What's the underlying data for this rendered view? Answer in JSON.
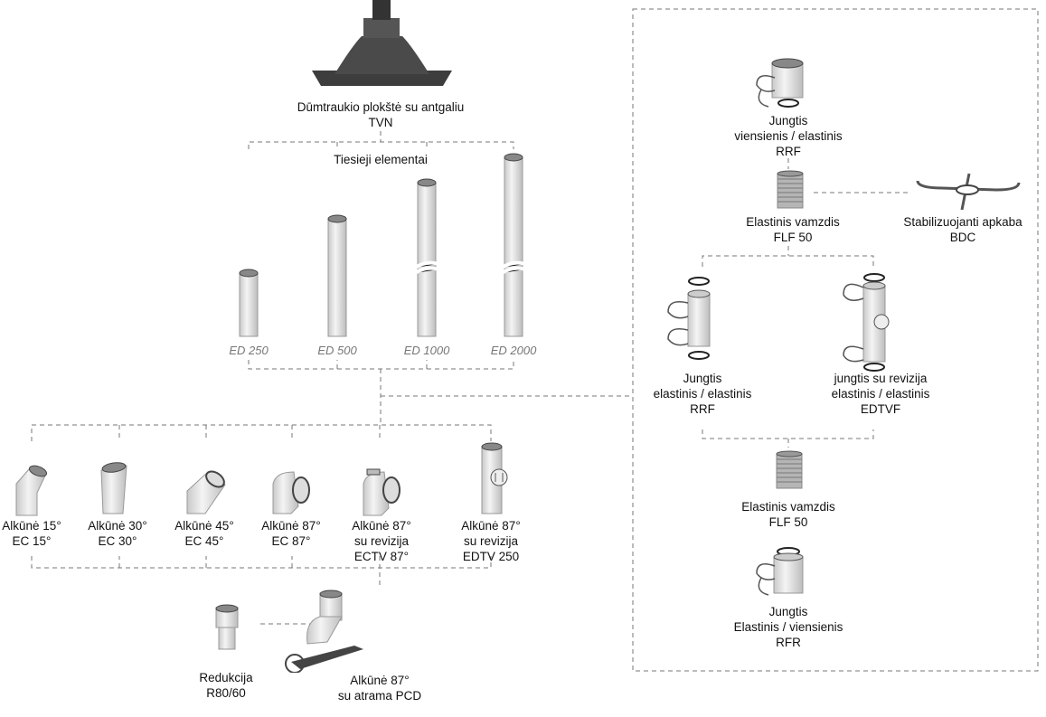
{
  "top": {
    "title": "Dūmtraukio plokštė su antgaliu",
    "code": "TVN"
  },
  "straight": {
    "title": "Tiesieji elementai",
    "items": [
      {
        "code": "ED 250"
      },
      {
        "code": "ED 500"
      },
      {
        "code": "ED 1000"
      },
      {
        "code": "ED 2000"
      }
    ]
  },
  "elbows": [
    {
      "l1": "Alkūnė 15°",
      "l2": "EC 15°"
    },
    {
      "l1": "Alkūnė 30°",
      "l2": "EC 30°"
    },
    {
      "l1": "Alkūnė 45°",
      "l2": "EC 45°"
    },
    {
      "l1": "Alkūnė 87°",
      "l2": "EC 87°"
    },
    {
      "l1": "Alkūnė 87°",
      "l2": "su revizija",
      "l3": "ECTV 87°"
    },
    {
      "l1": "Alkūnė 87°",
      "l2": "su revizija",
      "l3": "EDTV 250"
    }
  ],
  "reduction": {
    "l1": "Redukcija",
    "l2": "R80/60"
  },
  "pcd": {
    "l1": "Alkūnė 87°",
    "l2": "su atrama PCD"
  },
  "flex": {
    "rrf_top": {
      "l1": "Jungtis",
      "l2": "viensienis / elastinis",
      "l3": "RRF"
    },
    "flf_top": {
      "l1": "Elastinis vamzdis",
      "l2": "FLF 50"
    },
    "bdc": {
      "l1": "Stabilizuojanti apkaba",
      "l2": "BDC"
    },
    "rrf_mid": {
      "l1": "Jungtis",
      "l2": "elastinis / elastinis",
      "l3": "RRF"
    },
    "edtvf": {
      "l1": "jungtis su revizija",
      "l2": "elastinis / elastinis",
      "l3": "EDTVF"
    },
    "flf_bottom": {
      "l1": "Elastinis vamzdis",
      "l2": "FLF 50"
    },
    "rfr": {
      "l1": "Jungtis",
      "l2": "Elastinis / viensienis",
      "l3": "RFR"
    }
  }
}
